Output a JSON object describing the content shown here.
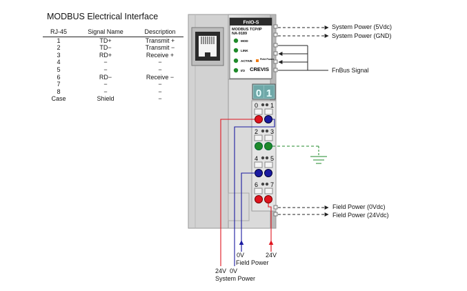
{
  "title": "MODBUS Electrical Interface",
  "table": {
    "headers": [
      "RJ-45",
      "Signal Name",
      "Description"
    ],
    "rows": [
      [
        "1",
        "TD+",
        "Transmit +"
      ],
      [
        "2",
        "TD−",
        "Transmit −"
      ],
      [
        "3",
        "RD+",
        "Receive +"
      ],
      [
        "4",
        "−",
        "−"
      ],
      [
        "5",
        "−",
        "−"
      ],
      [
        "6",
        "RD−",
        "Receive −"
      ],
      [
        "7",
        "−",
        "−"
      ],
      [
        "8",
        "−",
        "−"
      ],
      [
        "Case",
        "Shield",
        "−"
      ]
    ]
  },
  "module": {
    "name": "FnIO-S",
    "protocol": "MODBUS TCP/IP",
    "model": "NA-9189",
    "brand": "CREVIS",
    "leds": [
      "MOD",
      "LINK",
      "ACTIVE",
      "I/O"
    ],
    "field_power_led": "Field Power",
    "digits": [
      "0",
      "1"
    ],
    "terminal_numbers": [
      "0",
      "1",
      "2",
      "3",
      "4",
      "5",
      "6",
      "7"
    ]
  },
  "labels": {
    "system_power_5v": "System Power (5Vdc)",
    "system_power_gnd": "System Power (GND)",
    "fnbus": "FnBus Signal",
    "field_power_0v": "Field Power (0Vdc)",
    "field_power_24v": "Field Power (24Vdc)",
    "fp_0v": "0V",
    "fp_24v": "24V",
    "fp_caption": "Field Power",
    "sp_24v": "24V",
    "sp_0v": "0V",
    "sp_caption": "System Power"
  },
  "colors": {
    "red": "#e0141e",
    "blue": "#1a1aa0",
    "green": "#1f8a2a",
    "ground": "#1f8a2a"
  }
}
